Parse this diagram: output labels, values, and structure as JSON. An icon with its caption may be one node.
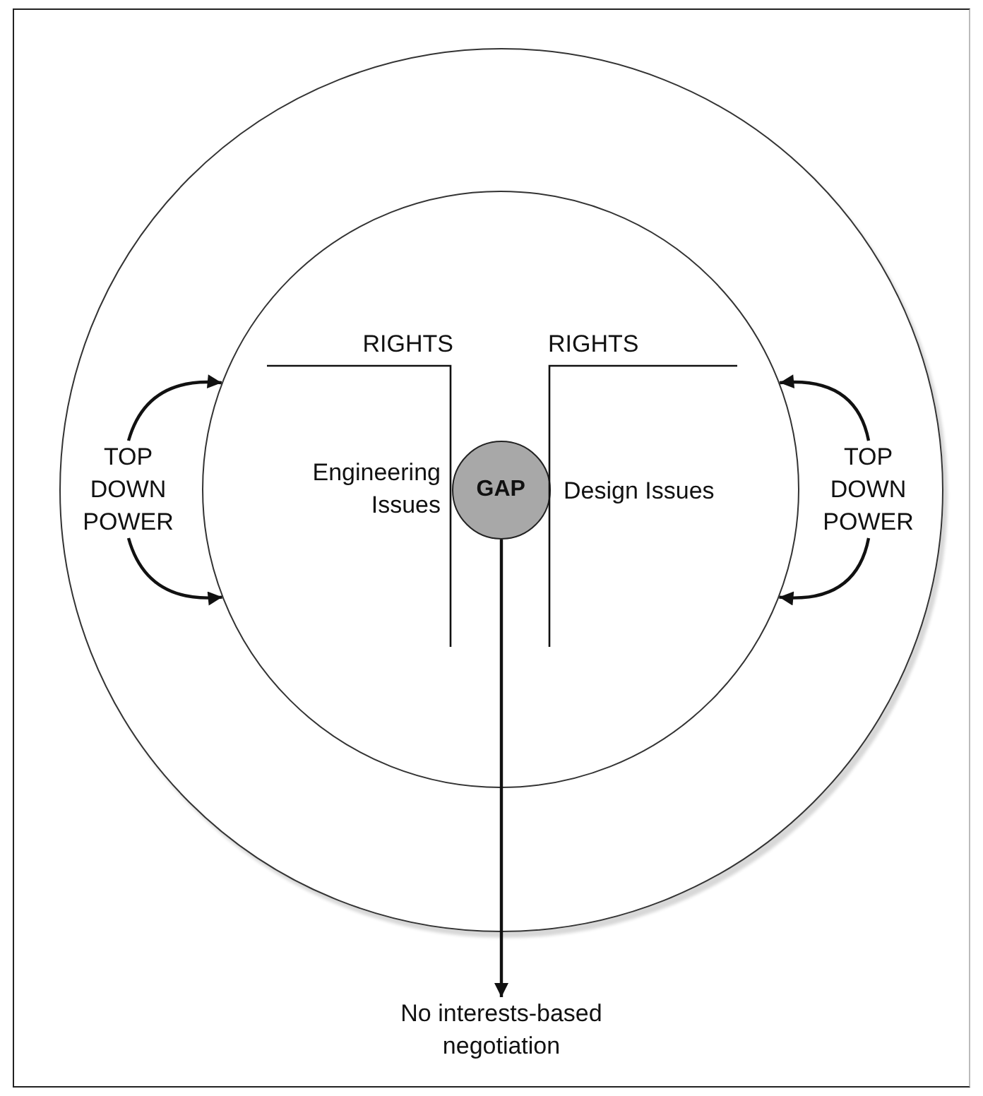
{
  "diagram": {
    "nodes": [
      {
        "text": [],
        "shape": "circle"
      },
      {
        "text": [],
        "shape": "circle",
        "in": 0
      },
      {
        "text": [
          "TOP DOWN POWER"
        ],
        "in": 0
      },
      {
        "text": [
          "TOP DOWN POWER"
        ],
        "in": 0
      },
      {
        "text": [
          "GAP"
        ],
        "in": 1
      },
      {
        "text": [
          "No interests-based negotiation"
        ]
      }
    ],
    "edges": [
      {
        "from": 2,
        "to": 1,
        "arrow": "to"
      },
      {
        "from": 2,
        "to": 1,
        "arrow": "to"
      },
      {
        "from": 3,
        "to": 1,
        "arrow": "to"
      },
      {
        "from": 3,
        "to": 1,
        "arrow": "to"
      },
      {
        "from": 4,
        "to": 5,
        "arrow": "to"
      }
    ],
    "labels": [
      "RIGHTS",
      "RIGHTS",
      "Engineering Issues",
      "Design Issues"
    ]
  }
}
